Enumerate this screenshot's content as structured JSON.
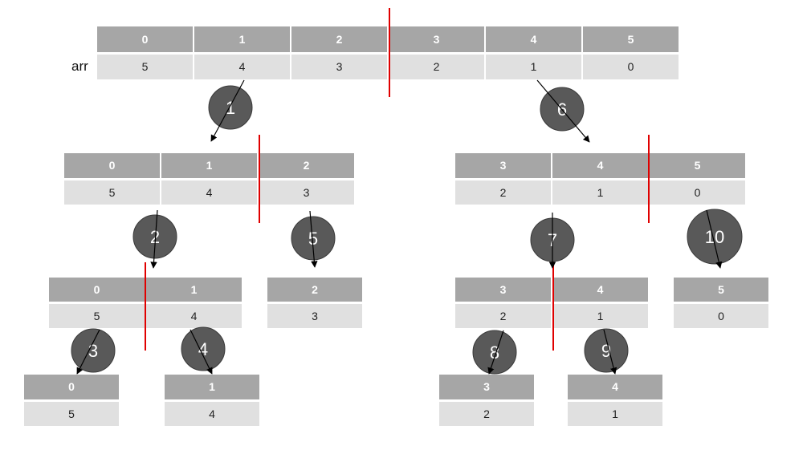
{
  "array_label": "arr",
  "colors": {
    "header_bg": "#a6a6a6",
    "value_bg": "#e0e0e0",
    "split_line": "#e00000",
    "step_circle": "#595959",
    "step_text": "#ffffff",
    "arrow": "#000000"
  },
  "arrays": [
    {
      "id": "root",
      "indices": [
        "0",
        "1",
        "2",
        "3",
        "4",
        "5"
      ],
      "values": [
        "5",
        "4",
        "3",
        "2",
        "1",
        "0"
      ]
    },
    {
      "id": "left",
      "indices": [
        "0",
        "1",
        "2"
      ],
      "values": [
        "5",
        "4",
        "3"
      ]
    },
    {
      "id": "right",
      "indices": [
        "3",
        "4",
        "5"
      ],
      "values": [
        "2",
        "1",
        "0"
      ]
    },
    {
      "id": "left-left",
      "indices": [
        "0",
        "1"
      ],
      "values": [
        "5",
        "4"
      ]
    },
    {
      "id": "left-right",
      "indices": [
        "2"
      ],
      "values": [
        "3"
      ]
    },
    {
      "id": "right-left",
      "indices": [
        "3",
        "4"
      ],
      "values": [
        "2",
        "1"
      ]
    },
    {
      "id": "right-right",
      "indices": [
        "5"
      ],
      "values": [
        "0"
      ]
    },
    {
      "id": "leaf-0",
      "indices": [
        "0"
      ],
      "values": [
        "5"
      ]
    },
    {
      "id": "leaf-1",
      "indices": [
        "1"
      ],
      "values": [
        "4"
      ]
    },
    {
      "id": "leaf-3",
      "indices": [
        "3"
      ],
      "values": [
        "2"
      ]
    },
    {
      "id": "leaf-4",
      "indices": [
        "4"
      ],
      "values": [
        "1"
      ]
    }
  ],
  "steps": [
    "1",
    "2",
    "3",
    "4",
    "5",
    "6",
    "7",
    "8",
    "9",
    "10"
  ]
}
